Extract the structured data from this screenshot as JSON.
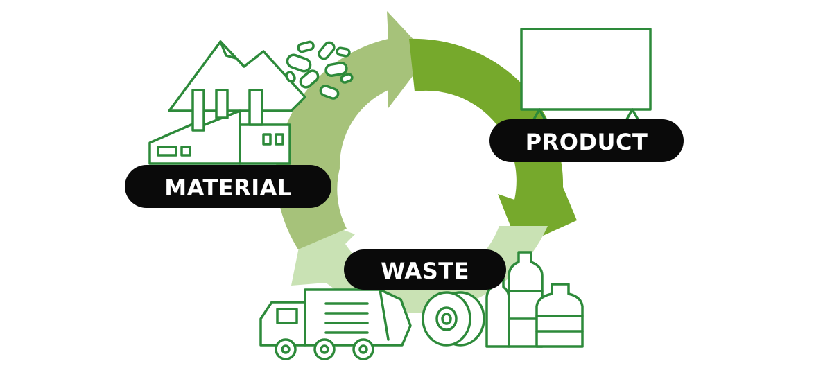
{
  "labels": {
    "material": "MATERIAL",
    "product": "PRODUCT",
    "waste": "WASTE"
  },
  "colors": {
    "arrow_dark": "#76a92c",
    "arrow_mid": "#a6c27a",
    "arrow_light": "#c9e2b4",
    "icon_stroke": "#2d8a3a",
    "pill_fill": "#0a0a0a",
    "pill_text": "#ffffff"
  },
  "icons": [
    "factory-icon",
    "mountains-icon",
    "pellets-icon",
    "board-icon",
    "garbage-truck-icon",
    "tape-roll-icon",
    "bottle-icon",
    "water-jug-icon"
  ]
}
